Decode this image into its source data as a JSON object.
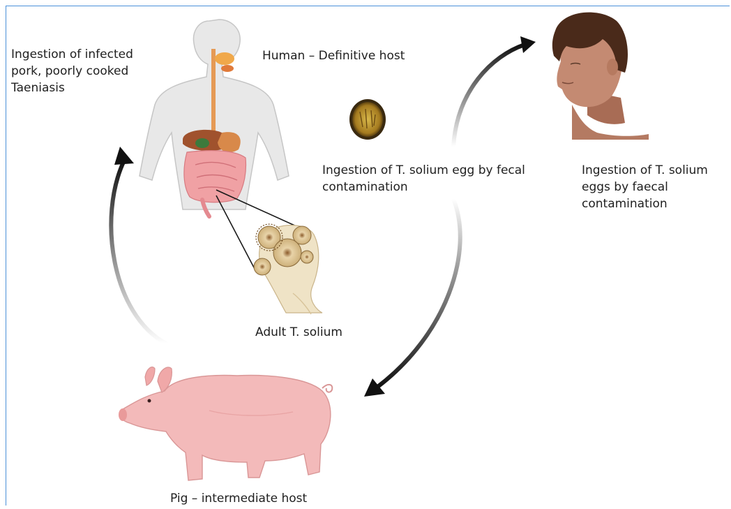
{
  "labels": {
    "pork_ingestion": "Ingestion of infected\npork, poorly cooked\nTaeniasis",
    "human_host": "Human – Definitive host",
    "egg_ingestion_center": "Ingestion of T. solium egg by fecal\ncontamination",
    "egg_ingestion_right": "Ingestion of T. solium\neggs by faecal\ncontamination",
    "adult_worm": "Adult T. solium",
    "pig_host": "Pig – intermediate host"
  },
  "colors": {
    "frame": "#4a90d9",
    "arrow": "#111111",
    "body": "#e6e6e6",
    "body_outline": "#bdbdbd",
    "pig": "#f2b8b8",
    "skin": "#b97a62",
    "hair": "#4a2a1a",
    "egg": "#b8902e",
    "scolex": "#e9dcc0"
  },
  "icons": [
    "human-anatomy-icon",
    "tapeworm-egg-icon",
    "man-head-icon",
    "tapeworm-scolex-icon",
    "pig-icon"
  ]
}
